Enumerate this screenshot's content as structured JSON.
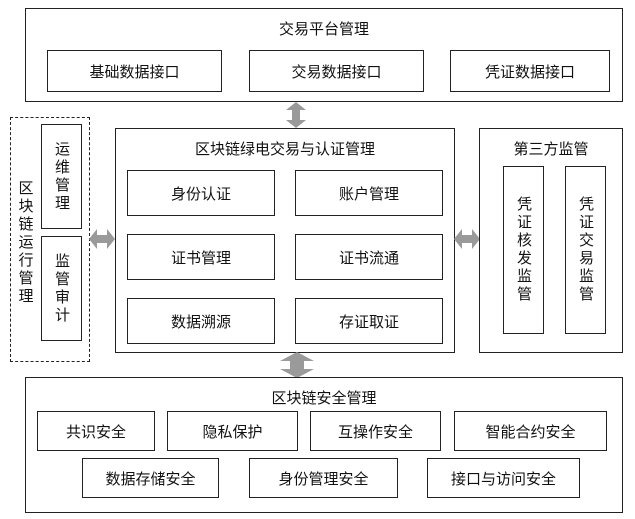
{
  "trading_platform": {
    "title": "交易平台管理",
    "items": [
      "基础数据接口",
      "交易数据接口",
      "凭证数据接口"
    ]
  },
  "ops": {
    "title": "区块链运行管理",
    "items": [
      "运维管理",
      "监管审计"
    ]
  },
  "core": {
    "title": "区块链绿电交易与认证管理",
    "items": [
      "身份认证",
      "账户管理",
      "证书管理",
      "证书流通",
      "数据溯源",
      "存证取证"
    ]
  },
  "third_party": {
    "title": "第三方监管",
    "items": [
      "凭证核发监管",
      "凭证交易监管"
    ]
  },
  "security": {
    "title": "区块链安全管理",
    "row1": [
      "共识安全",
      "隐私保护",
      "互操作安全",
      "智能合约安全"
    ],
    "row2": [
      "数据存储安全",
      "身份管理安全",
      "接口与访问安全"
    ]
  },
  "colors": {
    "arrow": "#9a9a9a",
    "border": "#222222"
  }
}
